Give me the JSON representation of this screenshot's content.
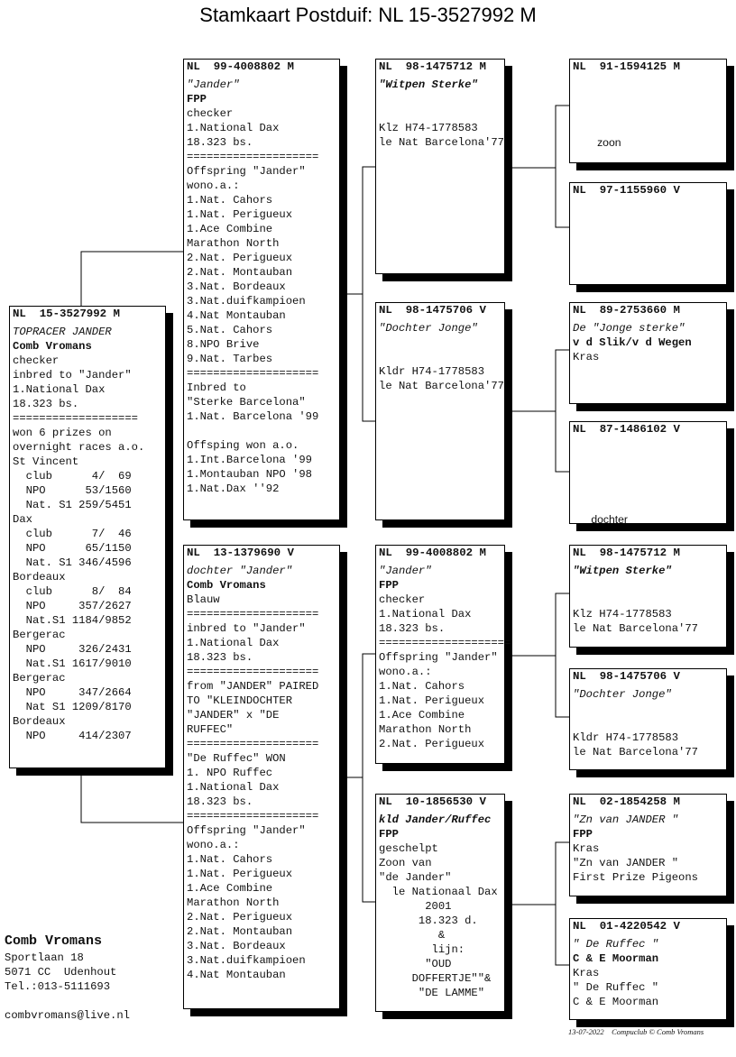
{
  "title": "Stamkaart Postduif: NL  15-3527992 M",
  "birds": {
    "main": {
      "header": "NL  15-3527992 M",
      "lines": [
        {
          "t": "TOPRACER JANDER",
          "s": "i"
        },
        {
          "t": "Comb Vromans",
          "s": "b"
        },
        {
          "t": "checker",
          "s": ""
        },
        {
          "t": "inbred to \"Jander\"",
          "s": ""
        },
        {
          "t": "1.National Dax",
          "s": ""
        },
        {
          "t": "18.323 bs.",
          "s": ""
        },
        {
          "t": "===================",
          "s": ""
        },
        {
          "t": "won 6 prizes on",
          "s": ""
        },
        {
          "t": "overnight races a.o.",
          "s": ""
        },
        {
          "t": "St Vincent",
          "s": ""
        },
        {
          "t": "  club      4/  69",
          "s": ""
        },
        {
          "t": "  NPO      53/1560",
          "s": ""
        },
        {
          "t": "  Nat. S1 259/5451",
          "s": ""
        },
        {
          "t": "Dax",
          "s": ""
        },
        {
          "t": "  club      7/  46",
          "s": ""
        },
        {
          "t": "  NPO      65/1150",
          "s": ""
        },
        {
          "t": "  Nat. S1 346/4596",
          "s": ""
        },
        {
          "t": "Bordeaux",
          "s": ""
        },
        {
          "t": "  club      8/  84",
          "s": ""
        },
        {
          "t": "  NPO     357/2627",
          "s": ""
        },
        {
          "t": "  Nat.S1 1184/9852",
          "s": ""
        },
        {
          "t": "Bergerac",
          "s": ""
        },
        {
          "t": "  NPO     326/2431",
          "s": ""
        },
        {
          "t": "  Nat.S1 1617/9010",
          "s": ""
        },
        {
          "t": "Bergerac",
          "s": ""
        },
        {
          "t": "  NPO     347/2664",
          "s": ""
        },
        {
          "t": "  Nat S1 1209/8170",
          "s": ""
        },
        {
          "t": "Bordeaux",
          "s": ""
        },
        {
          "t": "  NPO     414/2307",
          "s": ""
        }
      ]
    },
    "sire": {
      "header": "NL  99-4008802 M",
      "lines": [
        {
          "t": "\"Jander\"",
          "s": "i"
        },
        {
          "t": "FPP",
          "s": "b"
        },
        {
          "t": "checker",
          "s": ""
        },
        {
          "t": "1.National Dax",
          "s": ""
        },
        {
          "t": "18.323 bs.",
          "s": ""
        },
        {
          "t": "====================",
          "s": ""
        },
        {
          "t": "Offspring \"Jander\"",
          "s": ""
        },
        {
          "t": "wono.a.:",
          "s": ""
        },
        {
          "t": "1.Nat. Cahors",
          "s": ""
        },
        {
          "t": "1.Nat. Perigueux",
          "s": ""
        },
        {
          "t": "1.Ace Combine",
          "s": ""
        },
        {
          "t": "Marathon North",
          "s": ""
        },
        {
          "t": "2.Nat. Perigueux",
          "s": ""
        },
        {
          "t": "2.Nat. Montauban",
          "s": ""
        },
        {
          "t": "3.Nat. Bordeaux",
          "s": ""
        },
        {
          "t": "3.Nat.duifkampioen",
          "s": ""
        },
        {
          "t": "4.Nat Montauban",
          "s": ""
        },
        {
          "t": "5.Nat. Cahors",
          "s": ""
        },
        {
          "t": "8.NPO Brive",
          "s": ""
        },
        {
          "t": "9.Nat. Tarbes",
          "s": ""
        },
        {
          "t": "====================",
          "s": ""
        },
        {
          "t": "Inbred to",
          "s": ""
        },
        {
          "t": "\"Sterke Barcelona\"",
          "s": ""
        },
        {
          "t": "1.Nat. Barcelona '99",
          "s": ""
        },
        {
          "t": "",
          "s": ""
        },
        {
          "t": "Offsping won a.o.",
          "s": ""
        },
        {
          "t": "1.Int.Barcelona '99",
          "s": ""
        },
        {
          "t": "1.Montauban NPO '98",
          "s": ""
        },
        {
          "t": "1.Nat.Dax ''92",
          "s": ""
        }
      ]
    },
    "dam": {
      "header": "NL  13-1379690 V",
      "lines": [
        {
          "t": "dochter \"Jander\"",
          "s": "i"
        },
        {
          "t": "Comb Vromans",
          "s": "b"
        },
        {
          "t": "Blauw",
          "s": ""
        },
        {
          "t": "====================",
          "s": ""
        },
        {
          "t": "inbred to \"Jander\"",
          "s": ""
        },
        {
          "t": "1.National Dax",
          "s": ""
        },
        {
          "t": "18.323 bs.",
          "s": ""
        },
        {
          "t": "====================",
          "s": ""
        },
        {
          "t": "from \"JANDER\" PAIRED",
          "s": ""
        },
        {
          "t": "TO \"KLEINDOCHTER",
          "s": ""
        },
        {
          "t": "\"JANDER\" x \"DE",
          "s": ""
        },
        {
          "t": "RUFFEC\"",
          "s": ""
        },
        {
          "t": "====================",
          "s": ""
        },
        {
          "t": "\"De Ruffec\" WON",
          "s": ""
        },
        {
          "t": "1. NPO Ruffec",
          "s": ""
        },
        {
          "t": "1.National Dax",
          "s": ""
        },
        {
          "t": "18.323 bs.",
          "s": ""
        },
        {
          "t": "====================",
          "s": ""
        },
        {
          "t": "Offspring \"Jander\"",
          "s": ""
        },
        {
          "t": "wono.a.:",
          "s": ""
        },
        {
          "t": "1.Nat. Cahors",
          "s": ""
        },
        {
          "t": "1.Nat. Perigueux",
          "s": ""
        },
        {
          "t": "1.Ace Combine",
          "s": ""
        },
        {
          "t": "Marathon North",
          "s": ""
        },
        {
          "t": "2.Nat. Perigueux",
          "s": ""
        },
        {
          "t": "2.Nat. Montauban",
          "s": ""
        },
        {
          "t": "3.Nat. Bordeaux",
          "s": ""
        },
        {
          "t": "3.Nat.duifkampioen",
          "s": ""
        },
        {
          "t": "4.Nat Montauban",
          "s": ""
        }
      ]
    },
    "ss": {
      "header": "NL  98-1475712 M",
      "lines": [
        {
          "t": "\"Witpen Sterke\"",
          "s": "bi"
        },
        {
          "t": "",
          "s": ""
        },
        {
          "t": "",
          "s": ""
        },
        {
          "t": "Klz H74-1778583",
          "s": ""
        },
        {
          "t": "le Nat Barcelona'77",
          "s": ""
        }
      ]
    },
    "sd": {
      "header": "NL  98-1475706 V",
      "lines": [
        {
          "t": "\"Dochter Jonge\"",
          "s": "i"
        },
        {
          "t": "",
          "s": ""
        },
        {
          "t": "",
          "s": ""
        },
        {
          "t": "Kldr H74-1778583",
          "s": ""
        },
        {
          "t": "le Nat Barcelona'77",
          "s": ""
        }
      ]
    },
    "ds": {
      "header": "NL  99-4008802 M",
      "lines": [
        {
          "t": "\"Jander\"",
          "s": "i"
        },
        {
          "t": "FPP",
          "s": "b"
        },
        {
          "t": "checker",
          "s": ""
        },
        {
          "t": "1.National Dax",
          "s": ""
        },
        {
          "t": "18.323 bs.",
          "s": ""
        },
        {
          "t": "====================",
          "s": ""
        },
        {
          "t": "Offspring \"Jander\"",
          "s": ""
        },
        {
          "t": "wono.a.:",
          "s": ""
        },
        {
          "t": "1.Nat. Cahors",
          "s": ""
        },
        {
          "t": "1.Nat. Perigueux",
          "s": ""
        },
        {
          "t": "1.Ace Combine",
          "s": ""
        },
        {
          "t": "Marathon North",
          "s": ""
        },
        {
          "t": "2.Nat. Perigueux",
          "s": ""
        }
      ]
    },
    "dd": {
      "header": "NL  10-1856530 V",
      "lines": [
        {
          "t": "kld Jander/Ruffec",
          "s": "bi"
        },
        {
          "t": "FPP",
          "s": "b"
        },
        {
          "t": "geschelpt",
          "s": ""
        },
        {
          "t": "Zoon van",
          "s": ""
        },
        {
          "t": "\"de Jander\"",
          "s": ""
        },
        {
          "t": "  le Nationaal Dax",
          "s": ""
        },
        {
          "t": "       2001",
          "s": ""
        },
        {
          "t": "      18.323 d.",
          "s": ""
        },
        {
          "t": "         &",
          "s": ""
        },
        {
          "t": "        lijn:",
          "s": ""
        },
        {
          "t": "       \"OUD",
          "s": ""
        },
        {
          "t": "     DOFFERTJE\"\"&",
          "s": ""
        },
        {
          "t": "      \"DE LAMME\"",
          "s": ""
        }
      ]
    },
    "sss": {
      "header": "NL  91-1594125 M",
      "lines": [
        {
          "t": "",
          "s": ""
        },
        {
          "t": "",
          "s": ""
        },
        {
          "t": "",
          "s": ""
        },
        {
          "t": "",
          "s": ""
        },
        {
          "t": "        zoon",
          "s": "sans"
        }
      ]
    },
    "ssd": {
      "header": "NL  97-1155960 V",
      "lines": []
    },
    "sds": {
      "header": "NL  89-2753660 M",
      "lines": [
        {
          "t": "De \"Jonge sterke\"",
          "s": "i"
        },
        {
          "t": "v d Slik/v d Wegen",
          "s": "b"
        },
        {
          "t": "Kras",
          "s": ""
        }
      ]
    },
    "sdd": {
      "header": "NL  87-1486102 V",
      "lines": [
        {
          "t": "",
          "s": ""
        },
        {
          "t": "",
          "s": ""
        },
        {
          "t": "",
          "s": ""
        },
        {
          "t": "",
          "s": ""
        },
        {
          "t": "",
          "s": ""
        },
        {
          "t": "      dochter",
          "s": "sans"
        }
      ]
    },
    "dss": {
      "header": "NL  98-1475712 M",
      "lines": [
        {
          "t": "\"Witpen Sterke\"",
          "s": "bi"
        },
        {
          "t": "",
          "s": ""
        },
        {
          "t": "",
          "s": ""
        },
        {
          "t": "Klz H74-1778583",
          "s": ""
        },
        {
          "t": "le Nat Barcelona'77",
          "s": ""
        }
      ]
    },
    "dsd": {
      "header": "NL  98-1475706 V",
      "lines": [
        {
          "t": "\"Dochter Jonge\"",
          "s": "i"
        },
        {
          "t": "",
          "s": ""
        },
        {
          "t": "",
          "s": ""
        },
        {
          "t": "Kldr H74-1778583",
          "s": ""
        },
        {
          "t": "le Nat Barcelona'77",
          "s": ""
        }
      ]
    },
    "dds": {
      "header": "NL  02-1854258 M",
      "lines": [
        {
          "t": "\"Zn van JANDER \"",
          "s": "i"
        },
        {
          "t": "FPP",
          "s": "b"
        },
        {
          "t": "Kras",
          "s": ""
        },
        {
          "t": "\"Zn van JANDER \"",
          "s": ""
        },
        {
          "t": "First Prize Pigeons",
          "s": ""
        }
      ]
    },
    "ddd": {
      "header": "NL  01-4220542 V",
      "lines": [
        {
          "t": "\" De Ruffec \"",
          "s": "i"
        },
        {
          "t": "C & E Moorman",
          "s": "b"
        },
        {
          "t": "Kras",
          "s": ""
        },
        {
          "t": "\" De Ruffec \"",
          "s": ""
        },
        {
          "t": "C & E Moorman",
          "s": ""
        }
      ]
    }
  },
  "owner": {
    "name": "Comb Vromans",
    "address": "Sportlaan 18",
    "city": "5071 CC  Udenhout",
    "phone": "Tel.:013-5111693",
    "email": "combvromans@live.nl"
  },
  "footer": "13-07-2022    Compuclub © Comb Vromans"
}
